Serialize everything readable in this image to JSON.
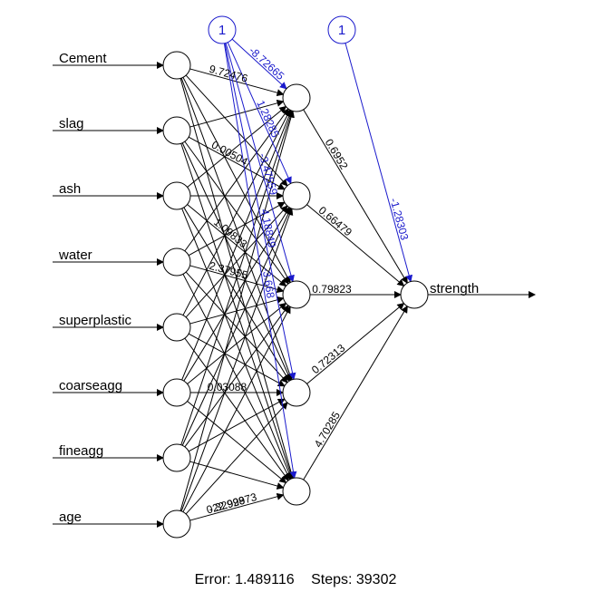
{
  "inputs": [
    "Cement",
    "slag",
    "ash",
    "water",
    "superplastic",
    "coarseagg",
    "fineagg",
    "age"
  ],
  "output": "strength",
  "bias_label": "1",
  "hidden_out_weights": [
    "0.6952",
    "0.66479",
    "0.79823",
    "0.72313",
    "4.70285"
  ],
  "hidden_bias_weights": [
    "-8.72665",
    "1.28285",
    "-3.47559",
    "4.18849",
    "-3.668"
  ],
  "output_bias_weight": "-1.28303",
  "visible_input_weights": [
    {
      "from": 0,
      "to": 0,
      "text": "9.72476"
    },
    {
      "from": 1,
      "to": 1,
      "text": "0.00504"
    },
    {
      "from": 2,
      "to": 2,
      "text": "1.09833"
    },
    {
      "from": 3,
      "to": 2,
      "text": "2.37955"
    },
    {
      "from": 5,
      "to": 3,
      "text": "0.03088"
    },
    {
      "from": 7,
      "to": 4,
      "text": "0.32928"
    },
    {
      "from": 7,
      "to": 4,
      "text": "-22.99973"
    }
  ],
  "footer": {
    "error_text": "Error: 1.489116",
    "steps_text": "Steps: 39302"
  }
}
